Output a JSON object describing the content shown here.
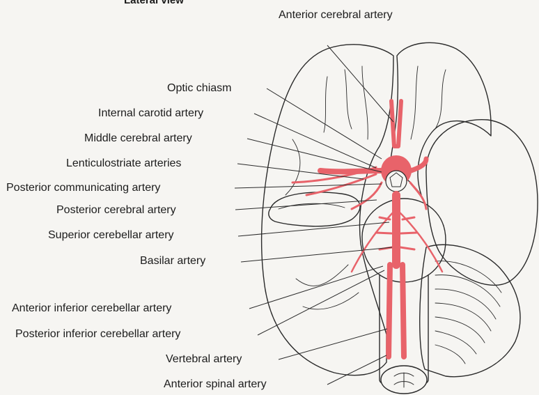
{
  "figure": {
    "title": "Lateral view",
    "labels": {
      "anterior_cerebral": "Anterior cerebral artery",
      "optic_chiasm": "Optic chiasm",
      "internal_carotid": "Internal carotid artery",
      "middle_cerebral": "Middle cerebral artery",
      "lenticulostriate": "Lenticulostriate arteries",
      "posterior_communicating": "Posterior communicating artery",
      "posterior_cerebral": "Posterior cerebral artery",
      "superior_cerebellar": "Superior cerebellar artery",
      "basilar": "Basilar artery",
      "aica": "Anterior inferior cerebellar artery",
      "pica": "Posterior inferior cerebellar artery",
      "vertebral": "Vertebral artery",
      "anterior_spinal": "Anterior spinal artery"
    }
  },
  "colors": {
    "artery": "#e8636a",
    "outline": "#2a2a2a",
    "background": "#f6f5f2"
  }
}
